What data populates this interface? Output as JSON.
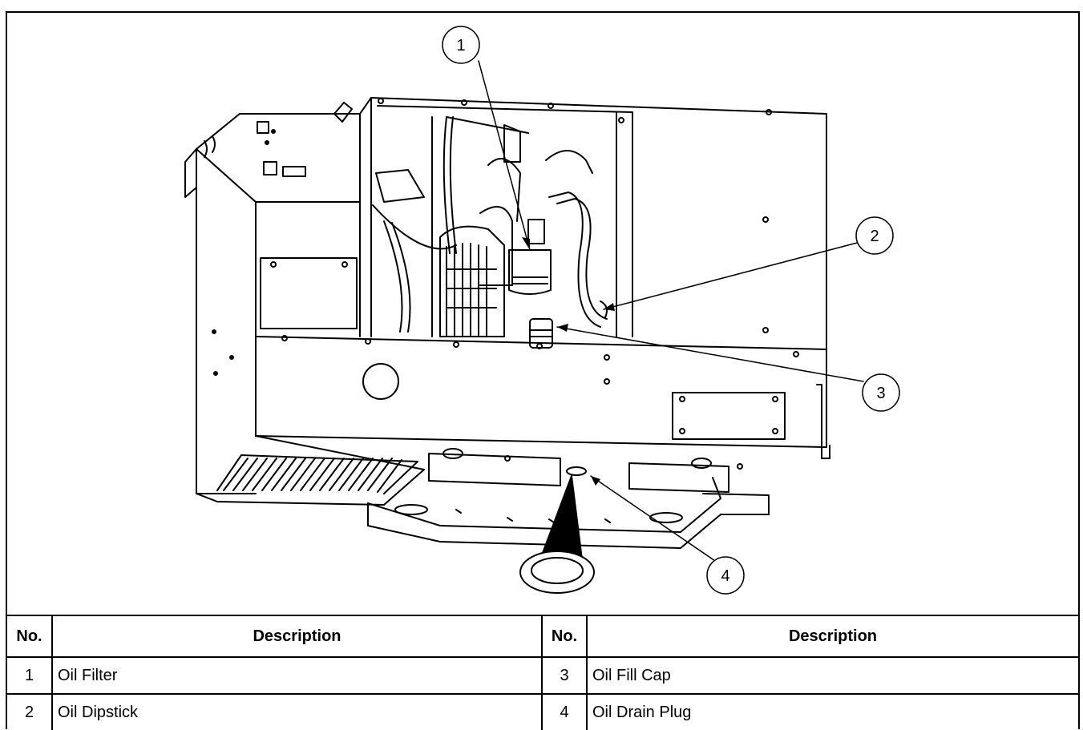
{
  "figure": {
    "callouts": [
      "1",
      "2",
      "3",
      "4"
    ]
  },
  "legend": {
    "headers": [
      "No.",
      "Description",
      "No.",
      "Description"
    ],
    "rows": [
      [
        {
          "no": "1",
          "desc": "Oil Filter"
        },
        {
          "no": "3",
          "desc": "Oil Fill Cap"
        }
      ],
      [
        {
          "no": "2",
          "desc": "Oil Dipstick"
        },
        {
          "no": "4",
          "desc": "Oil Drain Plug"
        }
      ]
    ]
  }
}
